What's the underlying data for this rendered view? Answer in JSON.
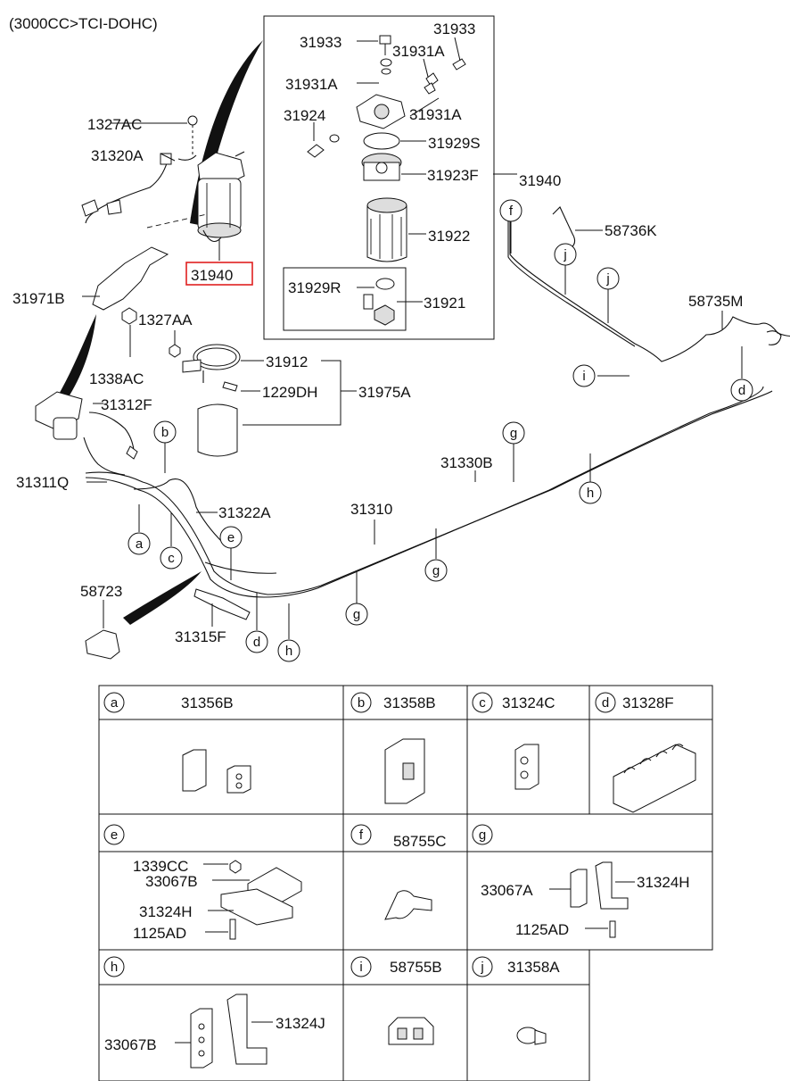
{
  "header": {
    "engine": "(3000CC>TCI-DOHC)"
  },
  "labels": {
    "l31933a": "31933",
    "l31933b": "31933",
    "l31931a1": "31931A",
    "l31931a2": "31931A",
    "l31931a3": "31931A",
    "l31924": "31924",
    "l31929s": "31929S",
    "l31923f": "31923F",
    "l31940a": "31940",
    "l31922": "31922",
    "l31929r": "31929R",
    "l31921": "31921",
    "l1327ac": "1327AC",
    "l31320a": "31320A",
    "l31940b": "31940",
    "l31971b": "31971B",
    "l1327aa": "1327AA",
    "l1338ac": "1338AC",
    "l31912": "31912",
    "l1229dh": "1229DH",
    "l31975a": "31975A",
    "l31312f": "31312F",
    "l31311q": "31311Q",
    "l31322a": "31322A",
    "l31310": "31310",
    "l31330b": "31330B",
    "l58736k": "58736K",
    "l58735m": "58735M",
    "l58723": "58723",
    "l31315f": "31315F"
  },
  "callouts": {
    "a": "a",
    "b": "b",
    "c": "c",
    "d1": "d",
    "d2": "d",
    "e": "e",
    "f": "f",
    "g1": "g",
    "g2": "g",
    "g3": "g",
    "h1": "h",
    "h2": "h",
    "i": "i",
    "j1": "j",
    "j2": "j"
  },
  "table": {
    "a": {
      "letter": "a",
      "part": "31356B"
    },
    "b": {
      "letter": "b",
      "part": "31358B"
    },
    "c": {
      "letter": "c",
      "part": "31324C"
    },
    "d": {
      "letter": "d",
      "part": "31328F"
    },
    "e": {
      "letter": "e",
      "parts": [
        "1339CC",
        "33067B",
        "31324H",
        "1125AD"
      ]
    },
    "f": {
      "letter": "f",
      "part": "58755C"
    },
    "g": {
      "letter": "g",
      "parts": [
        "33067A",
        "31324H",
        "1125AD"
      ]
    },
    "h": {
      "letter": "h",
      "parts": [
        "33067B",
        "31324J"
      ]
    },
    "i": {
      "letter": "i",
      "part": "58755B"
    },
    "j": {
      "letter": "j",
      "part": "31358A"
    }
  }
}
